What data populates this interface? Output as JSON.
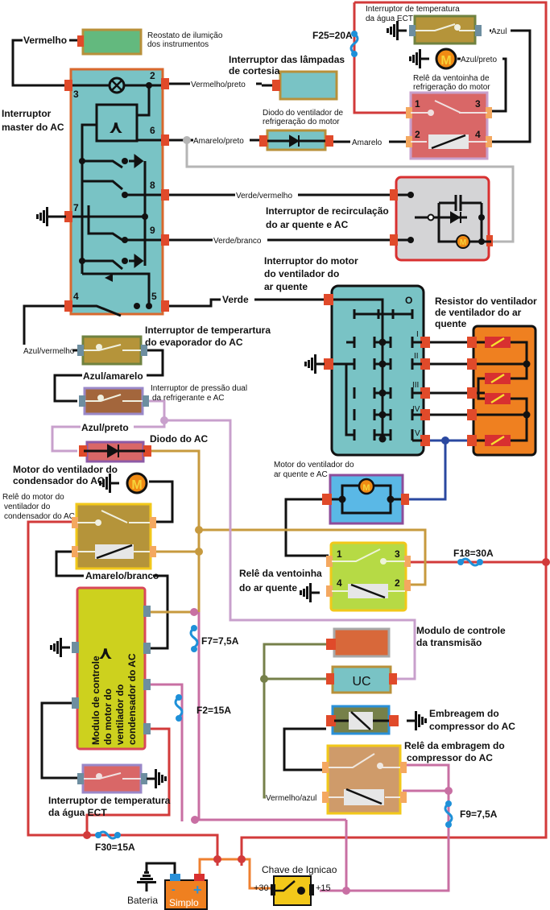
{
  "diagram": {
    "title": "Esquema elétrico do sistema de ar condicionado",
    "components": {
      "reostato": {
        "label_line1": "Reostato de ilumição",
        "label_line2": "dos instrumentos"
      },
      "master_ac": {
        "label_line1": "Interruptor",
        "label_line2": "master do AC",
        "pins": [
          "2",
          "3",
          "6",
          "7",
          "8",
          "9",
          "4",
          "5"
        ]
      },
      "cortesia": {
        "label_line1": "Interruptor das lâmpadas",
        "label_line2": "de cortesia"
      },
      "diodo_motor": {
        "label_line1": "Diodo do ventilador de",
        "label_line2": "refrigeração do motor"
      },
      "ect_top": {
        "label_line1": "Interruptor de temperatura",
        "label_line2": "da água ECT"
      },
      "rele_ventoinha_motor": {
        "label_line1": "Relê da ventoinha de",
        "label_line2": "refrigeração do motor",
        "pins": [
          "1",
          "3",
          "2",
          "4"
        ]
      },
      "recirculacao": {
        "label_line1": "Interruptor de recirculação",
        "label_line2": "do ar quente e AC"
      },
      "motor_ventilador_switch": {
        "label_line1": "Interruptor do motor",
        "label_line2": "do ventilador do",
        "label_line3": "ar quente",
        "positions": [
          "O",
          "I",
          "II",
          "III",
          "IV",
          "V"
        ]
      },
      "resistor": {
        "label_line1": "Resistor do ventilador",
        "label_line2": "de ventilador do ar",
        "label_line3": "quente"
      },
      "evaporador": {
        "label_line1": "Interruptor de temperartura",
        "label_line2": "do evaporador do AC"
      },
      "pressao_dual": {
        "label_line1": "Interruptor de pressão dual",
        "label_line2": "da refrigerante e AC"
      },
      "diodo_ac": {
        "label": "Diodo do AC"
      },
      "motor_condensador": {
        "label_line1": "Motor do ventilador do",
        "label_line2": "condensador do AC"
      },
      "rele_condensador": {
        "label_line1": "Relê do motor do",
        "label_line2": "ventilador do",
        "label_line3": "condensador do AC"
      },
      "motor_ar_quente": {
        "label_line1": "Motor do ventilador do",
        "label_line2": "ar quente e AC"
      },
      "rele_ar_quente": {
        "label_line1": "Relê da ventoinha",
        "label_line2": "do ar quente",
        "pins": [
          "1",
          "3",
          "4",
          "2"
        ]
      },
      "modulo_condensador": {
        "label_line1": "Modulo de controle",
        "label_line2": "do motor do",
        "label_line3": "ventilador do",
        "label_line4": "condensador do AC"
      },
      "modulo_transmissao": {
        "label_line1": "Modulo de controle",
        "label_line2": "da transmisão",
        "uc_label": "UC"
      },
      "embreagem": {
        "label_line1": "Embreagem do",
        "label_line2": "compressor do AC"
      },
      "rele_embreagem": {
        "label_line1": "Relê da embragem do",
        "label_line2": "compressor do AC"
      },
      "ect_bottom": {
        "label_line1": "Interruptor de temperatura",
        "label_line2": "da água ECT"
      },
      "bateria": {
        "label": "Bateria",
        "brand": "Simplo",
        "minus": "-",
        "plus": "+"
      },
      "ignicao": {
        "label": "Chave de Ignicao",
        "term30": "+30",
        "term15": "+15"
      }
    },
    "wires": {
      "vermelho": "Vermelho",
      "vermelho_preto": "Vermelho/preto",
      "amarelo_preto": "Amarelo/preto",
      "amarelo": "Amarelo",
      "azul": "Azul",
      "azul_preto_top": "Azul/preto",
      "verde_vermelho": "Verde/vermelho",
      "verde_branco": "Verde/branco",
      "verde": "Verde",
      "azul_vermelho": "Azul/vermelho",
      "azul_amarelo": "Azul/amarelo",
      "azul_preto": "Azul/preto",
      "amarelo_branco": "Amarelo/branco",
      "vermelho_azul": "Vermelho/azul"
    },
    "fuses": {
      "f25": "F25=20A",
      "f18": "F18=30A",
      "f7": "F7=7,5A",
      "f2": "F2=15A",
      "f9": "F9=7,5A",
      "f30": "F30=15A"
    },
    "motor_symbol": "M"
  }
}
